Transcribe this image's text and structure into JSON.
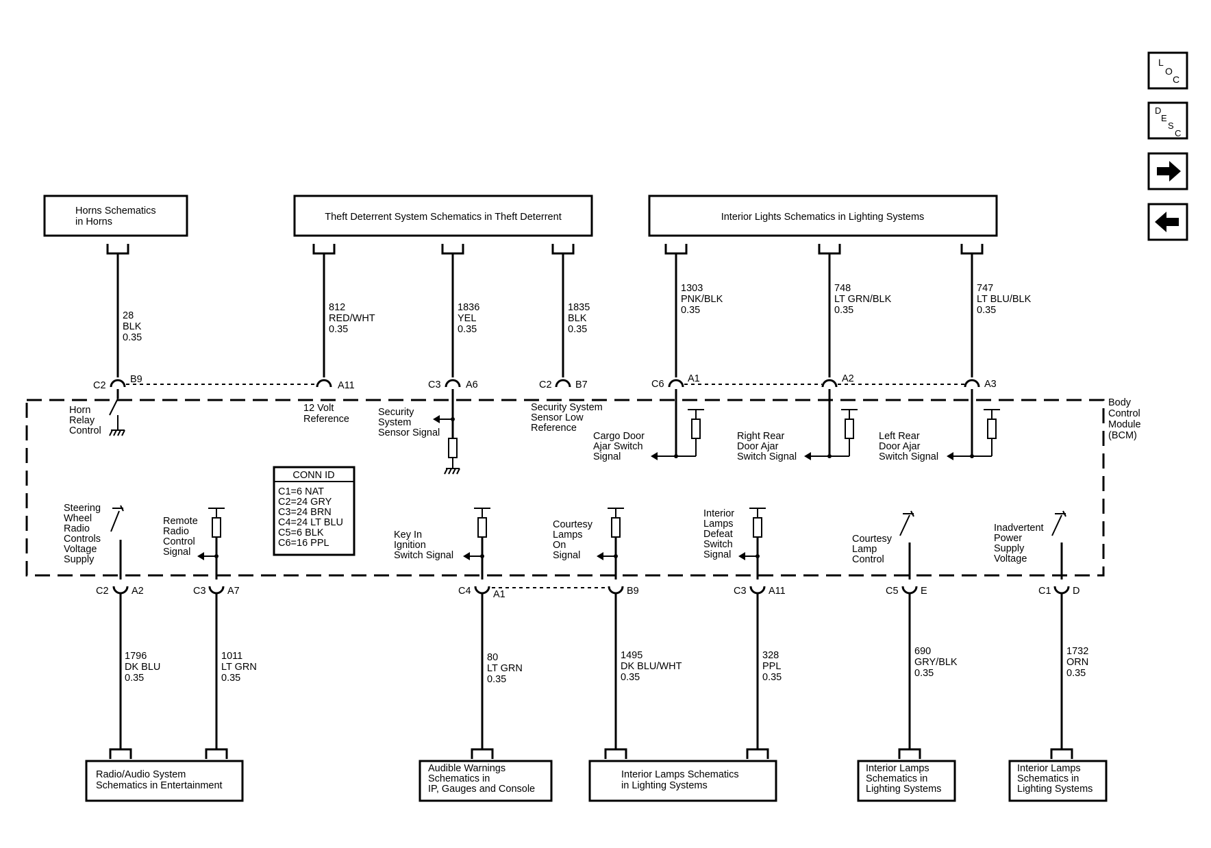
{
  "nav": {
    "loc": [
      "L",
      "O",
      "C"
    ],
    "desc": [
      "D",
      "E",
      "S",
      "C"
    ],
    "next_icon": "arrow-right-icon",
    "prev_icon": "arrow-left-icon"
  },
  "top_boxes": {
    "horns": [
      "Horns Schematics",
      "in Horns"
    ],
    "theft": "Theft Deterrent System Schematics in Theft Deterrent",
    "interior_lights": "Interior Lights Schematics in Lighting Systems"
  },
  "bottom_boxes": {
    "radio": [
      "Radio/Audio System",
      "Schematics in Entertainment"
    ],
    "audible": [
      "Audible Warnings",
      "Schematics in",
      "IP, Gauges and Console"
    ],
    "interior_lamps": [
      "Interior Lamps Schematics",
      "in Lighting Systems"
    ],
    "interior_lamps_2": [
      "Interior Lamps",
      "Schematics in",
      "Lighting Systems"
    ],
    "interior_lamps_3": [
      "Interior Lamps",
      "Schematics in",
      "Lighting Systems"
    ]
  },
  "bcm_label": [
    "Body",
    "Control",
    "Module",
    "(BCM)"
  ],
  "conn_id": {
    "title": "CONN ID",
    "rows": [
      "C1=6 NAT",
      "C2=24 GRY",
      "C3=24 BRN",
      "C4=24 LT BLU",
      "C5=6 BLK",
      "C6=16 PPL"
    ]
  },
  "top_wires": [
    {
      "circuit": "28",
      "color": "BLK",
      "gauge": "0.35",
      "conn": "C2",
      "pin": "B9",
      "func": [
        "Horn",
        "Relay",
        "Control"
      ]
    },
    {
      "circuit": "812",
      "color": "RED/WHT",
      "gauge": "0.35",
      "conn": "",
      "pin": "A11",
      "func": [
        "12 Volt",
        "Reference"
      ]
    },
    {
      "circuit": "1836",
      "color": "YEL",
      "gauge": "0.35",
      "conn": "C3",
      "pin": "A6",
      "func": [
        "Security",
        "System",
        "Sensor Signal"
      ]
    },
    {
      "circuit": "1835",
      "color": "BLK",
      "gauge": "0.35",
      "conn": "C2",
      "pin": "B7",
      "func": [
        "Security System",
        "Sensor Low",
        "Reference"
      ]
    },
    {
      "circuit": "1303",
      "color": "PNK/BLK",
      "gauge": "0.35",
      "conn": "C6",
      "pin": "A1",
      "func": [
        "Cargo Door",
        "Ajar Switch",
        "Signal"
      ]
    },
    {
      "circuit": "748",
      "color": "LT GRN/BLK",
      "gauge": "0.35",
      "conn": "",
      "pin": "A2",
      "func": [
        "Right Rear",
        "Door Ajar",
        "Switch Signal"
      ]
    },
    {
      "circuit": "747",
      "color": "LT BLU/BLK",
      "gauge": "0.35",
      "conn": "",
      "pin": "A3",
      "func": [
        "Left Rear",
        "Door Ajar",
        "Switch Signal"
      ]
    }
  ],
  "bottom_wires": [
    {
      "circuit": "1796",
      "color": "DK BLU",
      "gauge": "0.35",
      "conn": "C2",
      "pin": "A2",
      "func": [
        "Steering",
        "Wheel",
        "Radio",
        "Controls",
        "Voltage",
        "Supply"
      ]
    },
    {
      "circuit": "1011",
      "color": "LT GRN",
      "gauge": "0.35",
      "conn": "C3",
      "pin": "A7",
      "func": [
        "Remote",
        "Radio",
        "Control",
        "Signal"
      ]
    },
    {
      "circuit": "80",
      "color": "LT GRN",
      "gauge": "0.35",
      "conn": "C4",
      "pin": "A1",
      "func": [
        "Key In",
        "Ignition",
        "Switch Signal"
      ]
    },
    {
      "circuit": "1495",
      "color": "DK BLU/WHT",
      "gauge": "0.35",
      "conn": "",
      "pin": "B9",
      "func": [
        "Courtesy",
        "Lamps",
        "On",
        "Signal"
      ]
    },
    {
      "circuit": "328",
      "color": "PPL",
      "gauge": "0.35",
      "conn": "C3",
      "pin": "A11",
      "func": [
        "Interior",
        "Lamps",
        "Defeat",
        "Switch",
        "Signal"
      ]
    },
    {
      "circuit": "690",
      "color": "GRY/BLK",
      "gauge": "0.35",
      "conn": "C5",
      "pin": "E",
      "func": [
        "Courtesy",
        "Lamp",
        "Control"
      ]
    },
    {
      "circuit": "1732",
      "color": "ORN",
      "gauge": "0.35",
      "conn": "C1",
      "pin": "D",
      "func": [
        "Inadvertent",
        "Power",
        "Supply",
        "Voltage"
      ]
    }
  ]
}
